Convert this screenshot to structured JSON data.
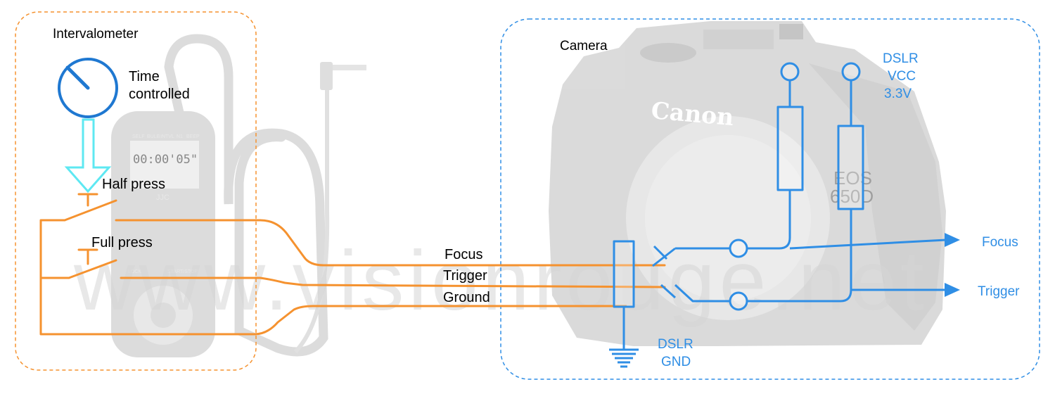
{
  "intervalometer": {
    "title": "Intervalometer",
    "time_label_line1": "Time",
    "time_label_line2": "controlled",
    "half_press": "Half press",
    "full_press": "Full press",
    "device": {
      "lcd_reading": "00:00'05\"",
      "brand": "JJC",
      "top_icons": [
        "SELF",
        "BULB",
        "INTVL",
        "N1",
        "BEEP"
      ],
      "left_button": "LOCK",
      "right_button": "START/STOP"
    }
  },
  "camera": {
    "title": "Camera",
    "brand_logo": "Canon",
    "model_line1": "EOS",
    "model_line2": "650D",
    "vcc_line1": "DSLR",
    "vcc_line2": "VCC",
    "vcc_line3": "3.3V",
    "gnd_line1": "DSLR",
    "gnd_line2": "GND"
  },
  "wires": {
    "focus": "Focus",
    "trigger": "Trigger",
    "ground": "Ground"
  },
  "outputs": {
    "focus": "Focus",
    "trigger": "Trigger"
  },
  "watermark": "www.visionrouge.net",
  "colors": {
    "orange": "#f5922f",
    "blue": "#2f8ee5",
    "cyan": "#5ee8f2",
    "gray_device": "#dcdcdc"
  }
}
